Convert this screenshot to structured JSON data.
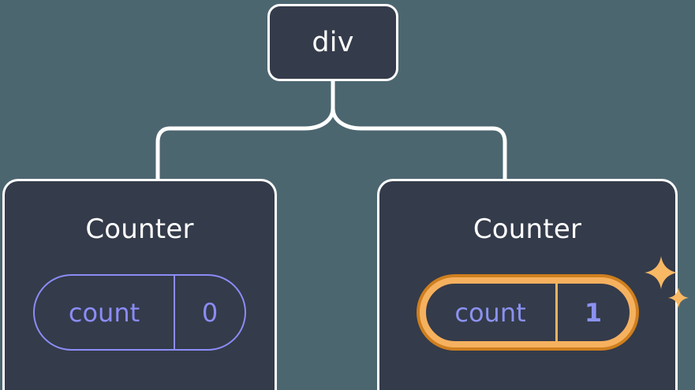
{
  "diagram": {
    "type": "component-tree",
    "background_color": "#4c6670",
    "node_fill_color": "#343b4a",
    "node_border_color": "#ffffff",
    "connector_color": "#ffffff",
    "state_color": "#8b8cf7",
    "highlight_outer_color": "#cf7f1e",
    "highlight_inner_color": "#f6b15f",
    "sparkle_color": "#f8b864"
  },
  "root": {
    "title": "div"
  },
  "children": [
    {
      "title": "Counter",
      "state": {
        "key": "count",
        "value": "0",
        "highlighted": false
      }
    },
    {
      "title": "Counter",
      "state": {
        "key": "count",
        "value": "1",
        "highlighted": true
      },
      "sparkle_icons": [
        "sparkle-large",
        "sparkle-small"
      ]
    }
  ]
}
